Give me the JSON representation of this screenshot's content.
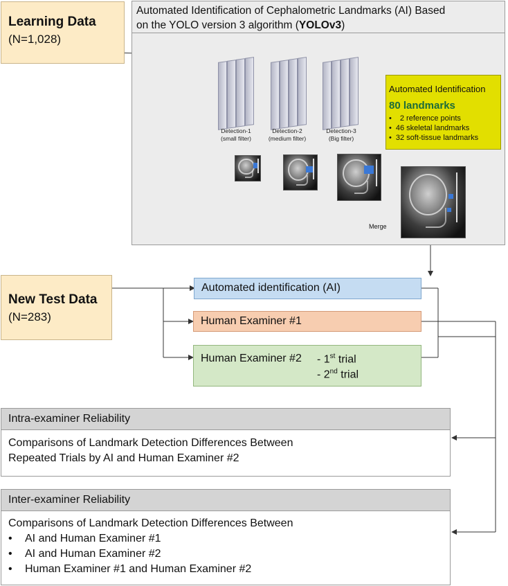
{
  "learning": {
    "title": "Learning Data",
    "count": "(N=1,028)"
  },
  "panel": {
    "title_line1": "Automated Identification of Cephalometric Landmarks (AI) Based",
    "title_line2_prefix": "on the YOLO version 3 algorithm (",
    "title_line2_bold": "YOLOv3",
    "title_line2_suffix": ")"
  },
  "detections": [
    {
      "name": "Detection-1",
      "filter": "(small filter)"
    },
    {
      "name": "Detection-2",
      "filter": "(medium filter)"
    },
    {
      "name": "Detection-3",
      "filter": "(Big filter)"
    }
  ],
  "merge_label": "Merge",
  "ai_panel": {
    "heading": "Automated Identification",
    "total": "80 landmarks",
    "items": [
      "2 reference points",
      "46 skeletal landmarks",
      "32 soft-tissue landmarks"
    ]
  },
  "test": {
    "title": "New Test Data",
    "count": "(N=283)"
  },
  "examiners": {
    "ai": "Automated identification (AI)",
    "h1": "Human Examiner #1",
    "h2_name": "Human Examiner #2",
    "h2_trial1_pre": "- 1",
    "h2_trial1_sup": "st",
    "h2_trial1_post": " trial",
    "h2_trial2_pre": "- 2",
    "h2_trial2_sup": "nd",
    "h2_trial2_post": " trial"
  },
  "intra": {
    "heading": "Intra-examiner Reliability",
    "line1": "Comparisons of Landmark Detection Differences Between",
    "line2": "Repeated Trials by AI and Human Examiner #2"
  },
  "inter": {
    "heading": "Inter-examiner Reliability",
    "line1": "Comparisons of Landmark Detection Differences Between",
    "items": [
      "AI and Human Examiner #1",
      "AI and Human Examiner #2",
      "Human Examiner #1 and Human Examiner #2"
    ]
  },
  "colors": {
    "data_box": "#fdebc6",
    "panel": "#ececec",
    "ai_panel": "#e2df00",
    "ai_highlight": "#1c6b3a",
    "ai_box": "#c5dcf2",
    "h1_box": "#f7cdb0",
    "h2_box": "#d4e8c7",
    "rel_head": "#d4d4d4",
    "landmark_marker": "#3a78d6"
  }
}
